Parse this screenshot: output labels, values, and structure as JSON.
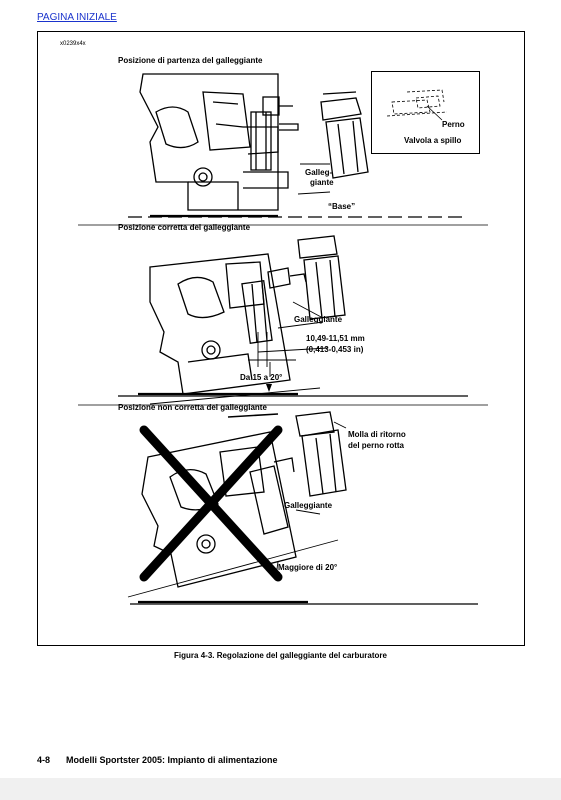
{
  "header": {
    "home_link": "PAGINA INIZIALE"
  },
  "figure": {
    "id": "x0239x4x",
    "caption": "Figura 4-3. Regolazione del galleggiante del carburatore",
    "sections": {
      "start": {
        "title": "Posizione di partenza del galleggiante",
        "float_label_line1": "Galleg-",
        "float_label_line2": "giante",
        "base_label": "“Base”",
        "inset_pin": "Perno",
        "inset_valve": "Valvola a spillo"
      },
      "correct": {
        "title": "Posizione corretta del galleggiante",
        "float_label": "Galleggiante",
        "measure_mm": "10,49-11,51 mm",
        "measure_in": "(0,413-0,453 in)",
        "angle": "Da 15 a 20°"
      },
      "incorrect": {
        "title": "Posizione non corretta del galleggiante",
        "spring_line1": "Molla di ritorno",
        "spring_line2": "del perno rotta",
        "float_label": "Galleggiante",
        "angle": "Maggiore di 20°"
      }
    }
  },
  "footer": {
    "page_number": "4-8",
    "title": "Modelli Sportster 2005: Impianto di alimentazione"
  }
}
